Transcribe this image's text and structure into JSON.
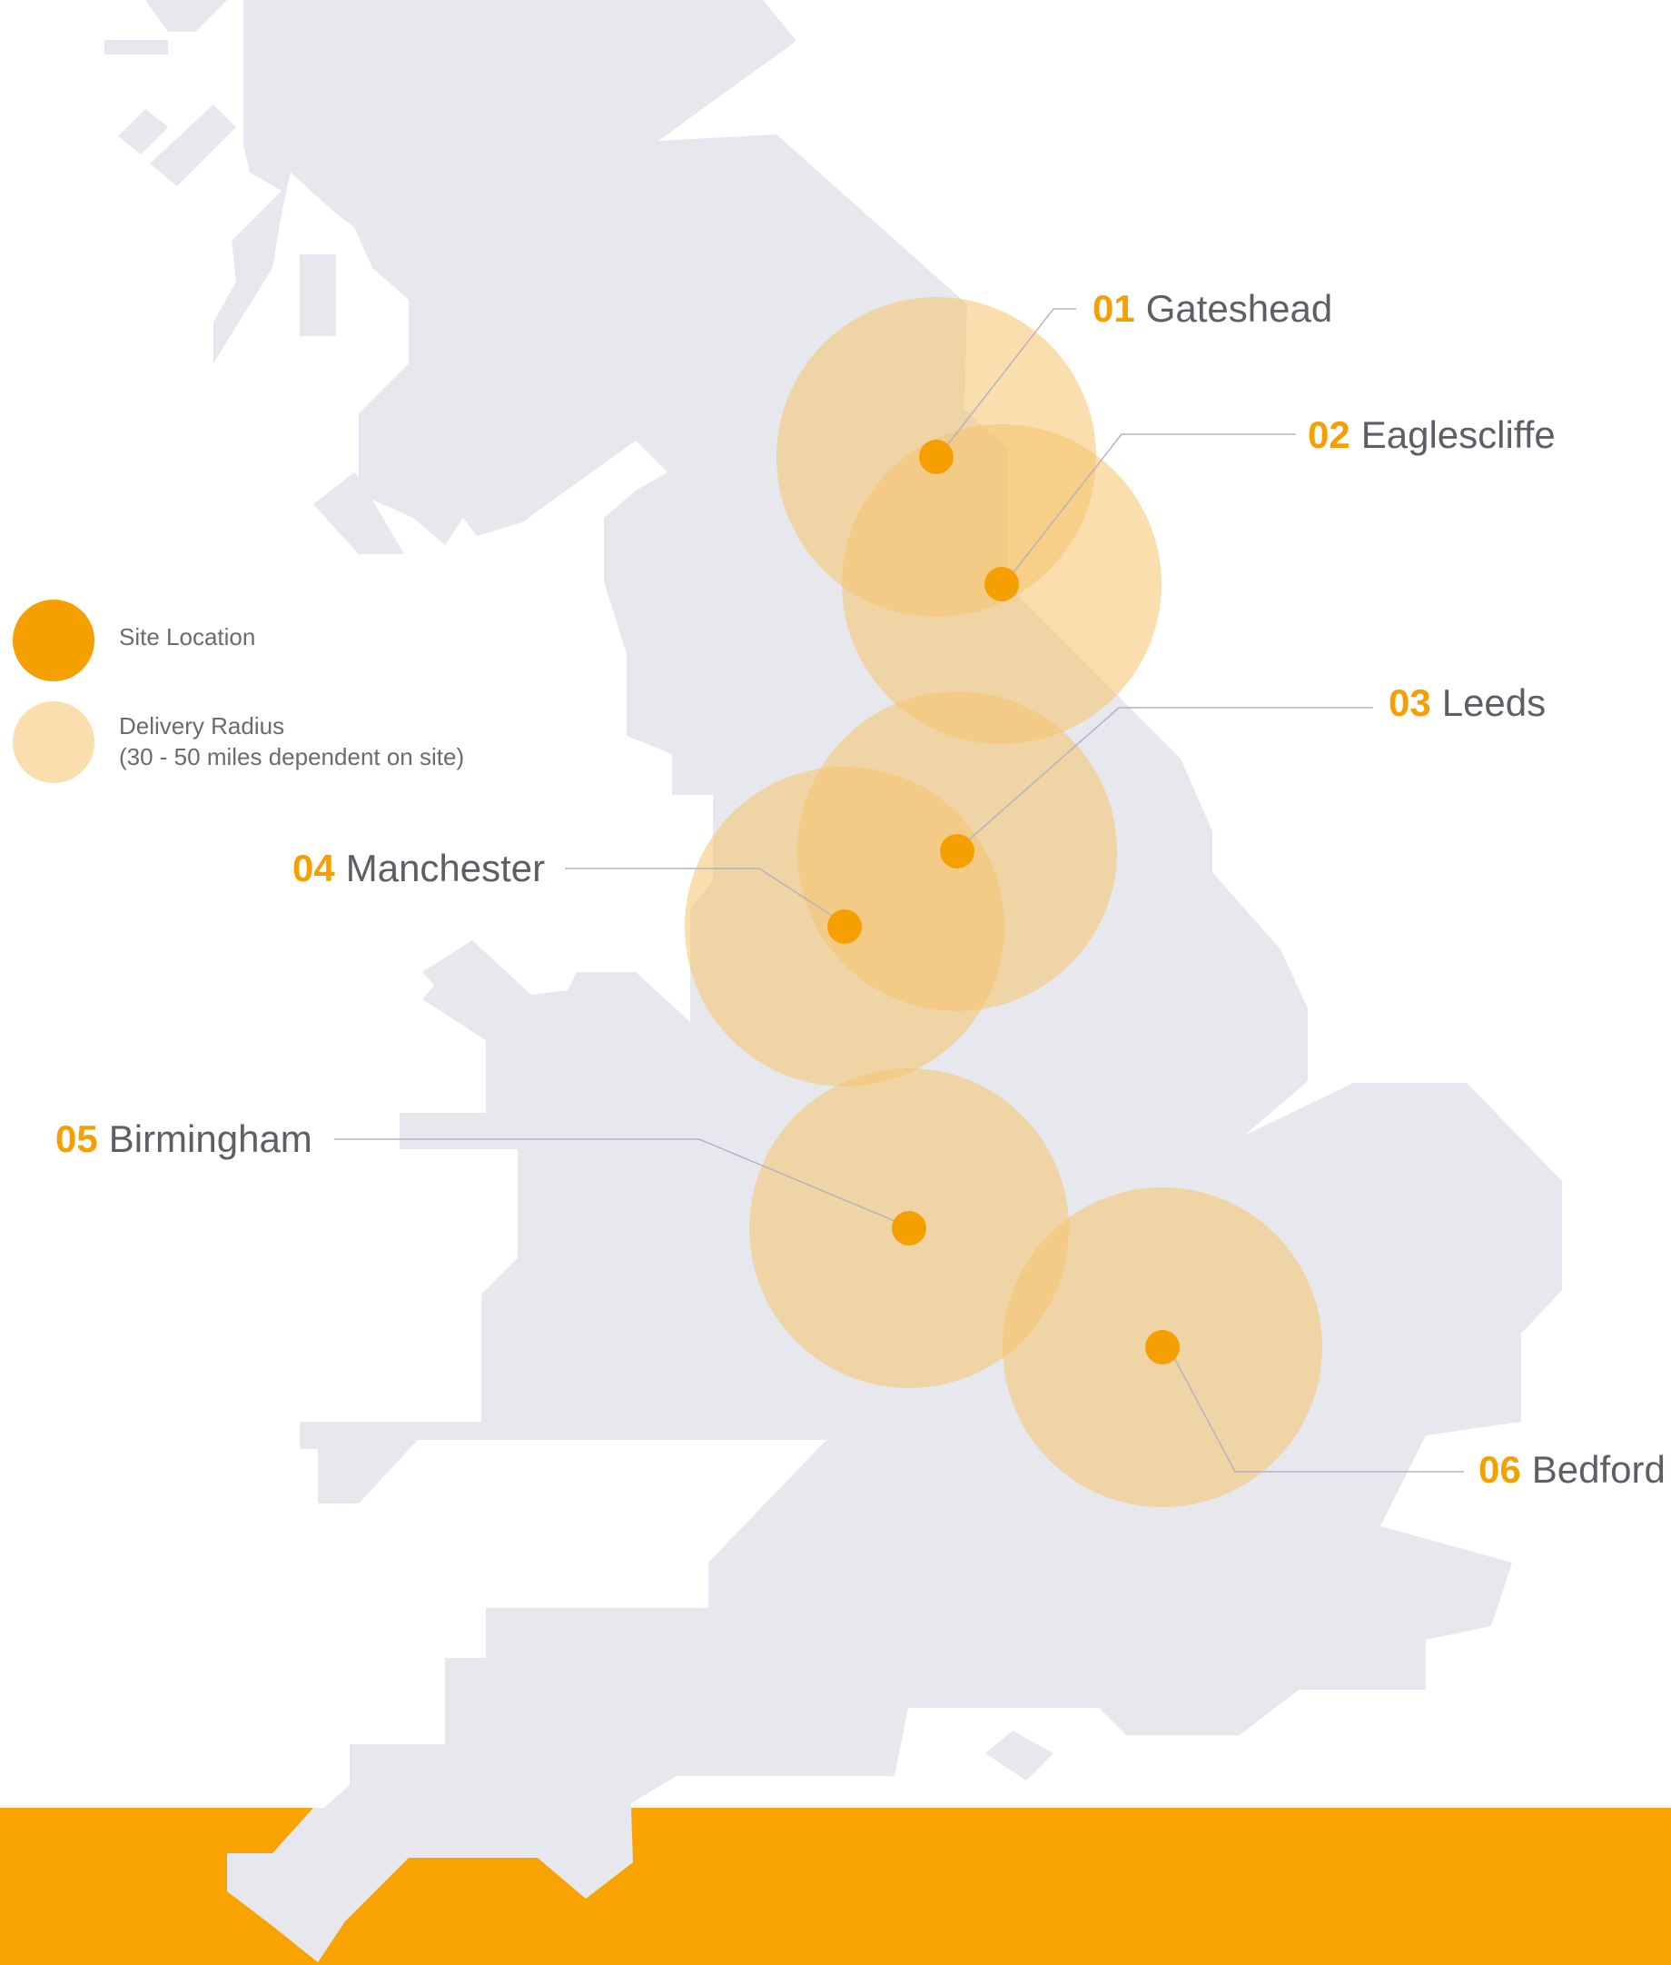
{
  "colors": {
    "land": "#e7e8ee",
    "site": "#f5a000",
    "radius": "#f5c26b",
    "footer": "#f8a300",
    "leader": "#b4b4bc"
  },
  "legend": {
    "site_label": "Site Location",
    "radius_label": "Delivery Radius",
    "radius_note": "(30 - 50 miles dependent on site)"
  },
  "sites": [
    {
      "number": "01",
      "name": "Gateshead"
    },
    {
      "number": "02",
      "name": "Eaglescliffe"
    },
    {
      "number": "03",
      "name": "Leeds"
    },
    {
      "number": "04",
      "name": "Manchester"
    },
    {
      "number": "05",
      "name": "Birmingham"
    },
    {
      "number": "06",
      "name": "Bedford"
    }
  ]
}
